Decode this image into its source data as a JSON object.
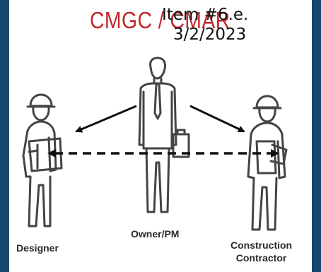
{
  "header": {
    "title": "CMGC / CMAR",
    "item": "Item #6.e.",
    "date": "3/2/2023"
  },
  "roles": {
    "designer": "Designer",
    "owner": "Owner/PM",
    "contractor_line1": "Construction",
    "contractor_line2": "Contractor"
  },
  "colors": {
    "title_red": "#c0292b",
    "border_blue": "#17466e",
    "figure_stroke": "#444444"
  },
  "icons": [
    "owner-figure-icon",
    "designer-figure-icon",
    "contractor-figure-icon",
    "contract-arrow-icon",
    "collaboration-dashed-arrow-icon"
  ]
}
